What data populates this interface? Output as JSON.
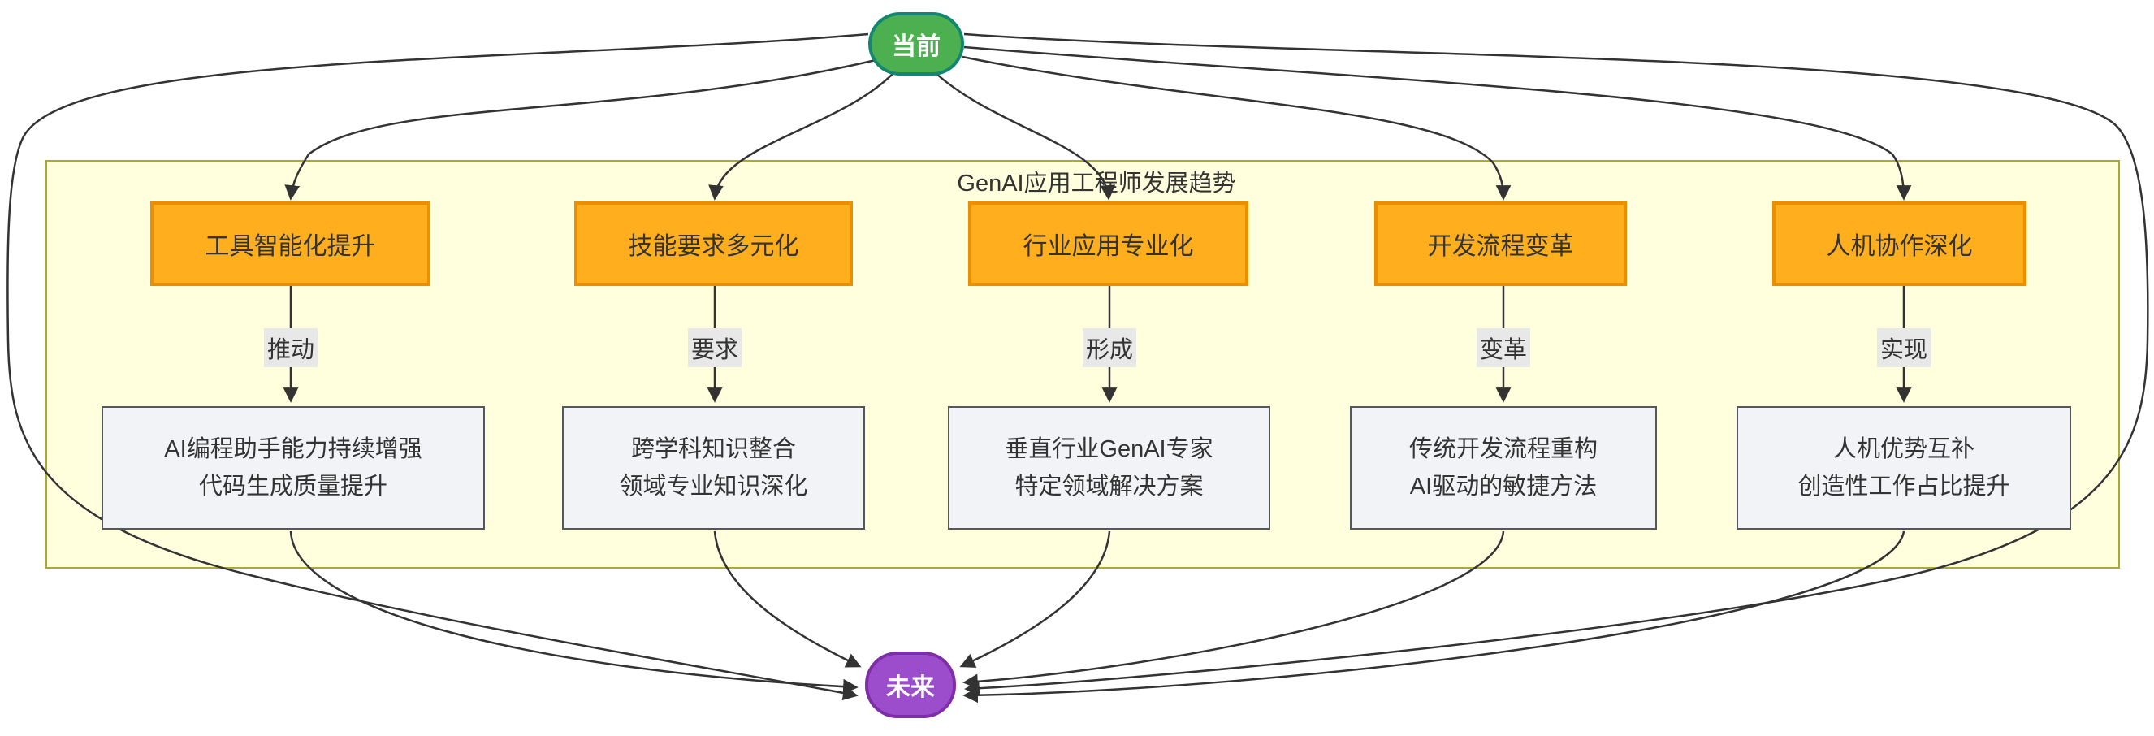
{
  "diagram": {
    "title": "GenAI应用工程师发展趋势",
    "start_node": {
      "label": "当前"
    },
    "end_node": {
      "label": "未来"
    },
    "trends": [
      {
        "name": "工具智能化提升",
        "edge_label": "推动",
        "lines": [
          "AI编程助手能力持续增强",
          "代码生成质量提升"
        ]
      },
      {
        "name": "技能要求多元化",
        "edge_label": "要求",
        "lines": [
          "跨学科知识整合",
          "领域专业知识深化"
        ]
      },
      {
        "name": "行业应用专业化",
        "edge_label": "形成",
        "lines": [
          "垂直行业GenAI专家",
          "特定领域解决方案"
        ]
      },
      {
        "name": "开发流程变革",
        "edge_label": "变革",
        "lines": [
          "传统开发流程重构",
          "AI驱动的敏捷方法"
        ]
      },
      {
        "name": "人机协作深化",
        "edge_label": "实现",
        "lines": [
          "人机优势互补",
          "创造性工作占比提升"
        ]
      }
    ],
    "edges": [
      {
        "from": "当前",
        "to": "工具智能化提升"
      },
      {
        "from": "当前",
        "to": "技能要求多元化"
      },
      {
        "from": "当前",
        "to": "行业应用专业化"
      },
      {
        "from": "当前",
        "to": "开发流程变革"
      },
      {
        "from": "当前",
        "to": "人机协作深化"
      },
      {
        "from": "工具智能化提升",
        "to": "AI编程助手能力持续增强 / 代码生成质量提升",
        "label": "推动"
      },
      {
        "from": "技能要求多元化",
        "to": "跨学科知识整合 / 领域专业知识深化",
        "label": "要求"
      },
      {
        "from": "行业应用专业化",
        "to": "垂直行业GenAI专家 / 特定领域解决方案",
        "label": "形成"
      },
      {
        "from": "开发流程变革",
        "to": "传统开发流程重构 / AI驱动的敏捷方法",
        "label": "变革"
      },
      {
        "from": "人机协作深化",
        "to": "人机优势互补 / 创造性工作占比提升",
        "label": "实现"
      },
      {
        "from": "AI编程助手能力持续增强 / 代码生成质量提升",
        "to": "未来"
      },
      {
        "from": "跨学科知识整合 / 领域专业知识深化",
        "to": "未来"
      },
      {
        "from": "垂直行业GenAI专家 / 特定领域解决方案",
        "to": "未来"
      },
      {
        "from": "传统开发流程重构 / AI驱动的敏捷方法",
        "to": "未来"
      },
      {
        "from": "人机优势互补 / 创造性工作占比提升",
        "to": "未来"
      }
    ],
    "colors": {
      "start_node_fill": "#4CAF50",
      "start_node_border": "#12876F",
      "end_node_fill": "#9C4DCC",
      "end_node_border": "#7E2FA8",
      "trend_fill": "#FFAF1E",
      "trend_border": "#ED8E00",
      "detail_fill": "#F2F3F7",
      "detail_border": "#54585E",
      "subgraph_fill": "#FFFFDE",
      "subgraph_border": "#AAAA33",
      "edge_stroke": "#333333",
      "edge_label_bg": "#E8E8E8",
      "text": "#333333"
    }
  }
}
